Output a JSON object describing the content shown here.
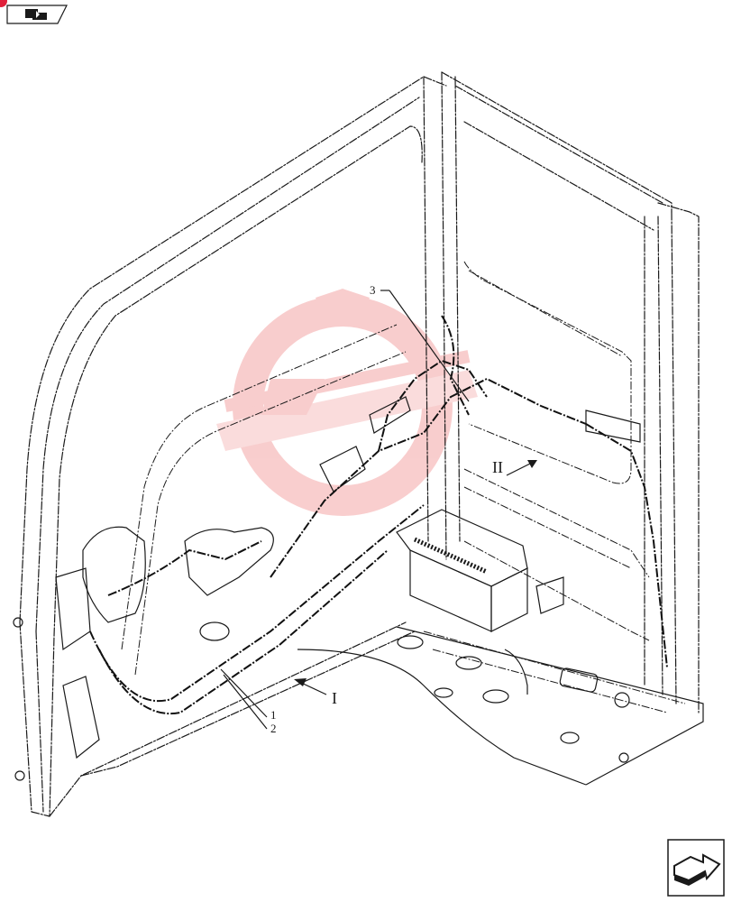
{
  "callouts": {
    "c1": "1",
    "c2": "2",
    "c3": "3"
  },
  "view_markers": {
    "v1": "I",
    "v2": "II"
  },
  "icons": {
    "top_left": "page-back-icon",
    "bottom_right": "next-page-icon",
    "watermark": "gear-logo-watermark"
  },
  "colors": {
    "line": "#1a1a1a",
    "watermark": "#f2b8b8",
    "corner_dot": "#e0203a"
  }
}
